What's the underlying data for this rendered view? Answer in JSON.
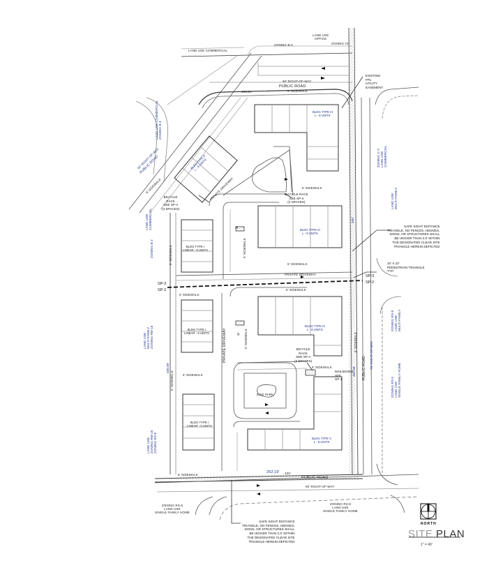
{
  "title_block": {
    "title_light": "SITE ",
    "title_dark": "PLAN",
    "scale": "1\" = 40'",
    "north_label": "NORTH"
  },
  "zoning_top": {
    "land_use_commercial": "LAND USE COMMERCIAL",
    "zoning_b4": "ZONING B-4",
    "land_use_office": "LAND USE\nOFFICE",
    "zoning_cf": "ZONING CF",
    "row_top": "60' RIGHT-OF-WAY",
    "public_road_top": "PUBLIC ROAD",
    "dimension_top": "193.54'",
    "sidewalk_top": "6' SIDEWALK"
  },
  "callouts": {
    "existing_fpl": "EXISTING\nFPL\nUTILITY\nEASEMENT",
    "sight_triangle_right": "SAFE SIGHT DISTANCE\nTRIANGLE, NO FENCES, HEDGES,\nSIGNS, OR STRUCTURES SHALL\nBE HIGHER THAN 2.0' WITHIN\nTHE DESIGNATED CLEAR SITE\nTRIANGLE HEREIN DEPICTED",
    "pedestrian_triangle": "10' X 10'\nPEDESTRIAN TRIANGLE\nTYP.",
    "sight_triangle_bottom": "SAFE SIGHT DISTANCE\nTRIANGLE, NO FENCES, HEDGES,\nSIGNS, OR STRUCTURES SHALL\nBE HIGHER THAN 2.0' WITHIN\nTHE DESIGNATED CLEAR SITE\nTRIANGLE HEREIN DEPICTED",
    "bicycle_rack_nw": "BICYCLE\nRACK\nSEE SP-4\n(3 SPACES)",
    "bicycle_rack_n": "BICYCLE RACK\nSEE SP-4\n(3 SPACES)",
    "bicycle_rack_s": "BICYCLE\nRACK\nSEE SP-4\n(3 SPACES)",
    "mailboxes": "MAILBOXES\nSEE\nSP-4"
  },
  "west": {
    "land_use_zoning": "LAND USE COMMERCIAL\nZONING B-4",
    "row": "60' RIGHT-OF-WAY",
    "public_road": "PUBLIC ROAD",
    "sidewalk_diag": "6' SIDEWALK",
    "private_driveway_diag": "PRIVATE DRIVEWAY",
    "zone1": "LAND USE\nCOMMERCIAL",
    "zone1_zoning": "ZONING B-2",
    "zone2": "LAND USE\nMULTI-FAMILY\nZONING RM-16",
    "zone3": "LAND USE\nZONING RM-16\nZONING RS-8",
    "sidewalk_w1": "5' SIDEWALK",
    "sidewalk_w2": "5' SIDEWALK",
    "dimension_w": "400.00'"
  },
  "east": {
    "zone1": "ZONING C-2\nLAND USE\nCOMMERCIAL",
    "zone2": "LAND USE\nMULTI-FAMILY",
    "zone3": "ZONING RS-8\nLAND USE\nMULTI-FAMILY",
    "zone4": "ZONING RS-5\nLAND USE\nSINGLE FAMILY HOME",
    "public_road": "PUBLIC ROAD",
    "row": "70' RIGHT-OF-WAY",
    "sidewalk_e": "6' SIDEWALK",
    "dimension_e1": "400'",
    "dimension_e2": "400.00'"
  },
  "south": {
    "public_road": "PUBLIC ROAD",
    "row": "60' RIGHT-OF-WAY",
    "dimension": "252.19'",
    "row_mark": "100'",
    "sidewalk_s": "6' SIDEWALK",
    "zone_sw": "ZONING RS-8\nLAND USE\nSINGLE FAMILY HOME",
    "zone_se": "ZONING RS-8\nLAND USE\nSINGLE FAMILY HOME"
  },
  "interior": {
    "sidewalk_n5": "5' SIDEWALK",
    "sidewalk_mid": "6' SIDEWALK",
    "private_driveway_mid": "PRIVATE DRIVEWAY",
    "sidewalk_s6": "6' SIDEWALK",
    "sidewalk_ne_w": "5' SIDEWALK",
    "sidewalk_se_w": "5' SIDEWALK",
    "sidewalk_sc": "5' SIDEWALK",
    "private_driveway_vertical": "PRIVATE DRIVEWAY",
    "dog_park": "DOG PARK",
    "parking_count_1": "9",
    "parking_count_2": "9"
  },
  "sheet_refs": {
    "sp3_left": "SP-3",
    "sp2_left": "SP-2",
    "sp3_right": "SP-3",
    "sp2_right": "SP-2"
  },
  "buildings": [
    {
      "label": "BLDG TYPE III\nL - 8 UNITS"
    },
    {
      "label": "BLDG TYPE II\nL - 8 UNITS"
    },
    {
      "label": "BLDG TYPE III\nL - 8 UNITS"
    },
    {
      "label": "BLDG TYPE I\nLINEAR - 5 UNITS"
    },
    {
      "label": "BLDG TYPE III\nL - 8 UNITS"
    },
    {
      "label": "BLDG TYPE I\nLINEAR - 5 UNITS"
    },
    {
      "label": "BLDG TYPE I\nLINEAR - 5 UNITS"
    },
    {
      "label": "BLDG TYPE V\nL - 8 UNITS"
    }
  ],
  "colors": {
    "line": "#333333",
    "light_line": "#999999",
    "label_blue": "#1a2f8a",
    "hatch": "#bbbbbb"
  }
}
